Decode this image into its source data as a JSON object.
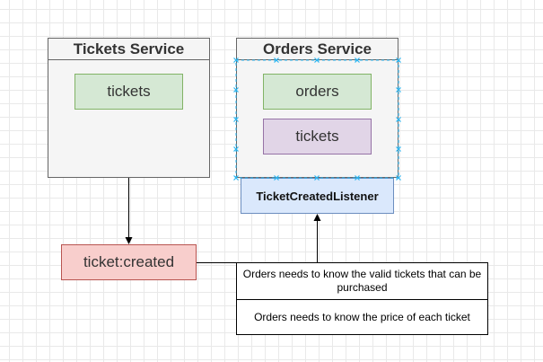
{
  "diagram": {
    "tickets_service": {
      "title": "Tickets Service",
      "collections": [
        "tickets"
      ]
    },
    "orders_service": {
      "title": "Orders Service",
      "collections": [
        "orders",
        "tickets"
      ],
      "listener": "TicketCreatedListener"
    },
    "event": {
      "label": "ticket:created"
    },
    "notes": [
      "Orders needs to know the valid tickets that can be purchased",
      "Orders needs to know the price of each ticket"
    ],
    "colors": {
      "service_fill": "#f5f5f5",
      "green_fill": "#d5e8d4",
      "purple_fill": "#e1d5e7",
      "blue_fill": "#dae8fc",
      "red_fill": "#f8cecc",
      "selection_handle": "#29b6f2"
    }
  }
}
